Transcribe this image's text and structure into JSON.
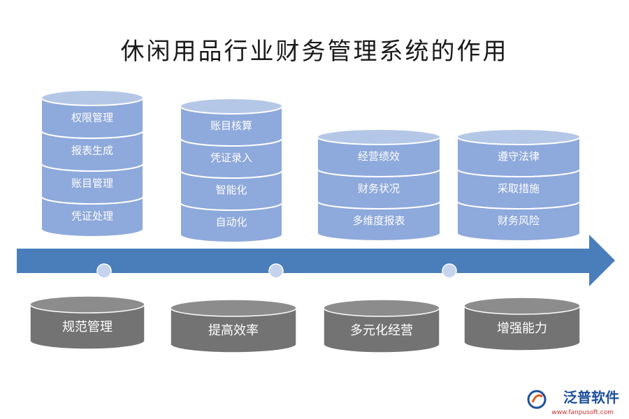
{
  "title": "休闲用品行业财务管理系统的作用",
  "colors": {
    "cylinder_fill": "#8ea9db",
    "cylinder_top": "#b4c7e7",
    "cylinder_stroke": "#ffffff",
    "base_fill": "#737373",
    "base_top": "#8c8c8c",
    "arrow": "#4a7ebb",
    "dot": "#c5d3ee",
    "text_light": "#ffffff"
  },
  "columns": [
    {
      "stack": [
        "权限管理",
        "报表生成",
        "账目管理",
        "凭证处理"
      ],
      "base": "规范管理"
    },
    {
      "stack": [
        "账目核算",
        "凭证录入",
        "智能化",
        "自动化"
      ],
      "base": "提高效率"
    },
    {
      "stack": [
        "经营绩效",
        "财务状况",
        "多维度报表"
      ],
      "base": "多元化经营"
    },
    {
      "stack": [
        "遵守法律",
        "采取措施",
        "财务风险"
      ],
      "base": "增强能力"
    }
  ],
  "brand": {
    "name": "泛普软件",
    "url": "www.fanpusoft.com"
  }
}
